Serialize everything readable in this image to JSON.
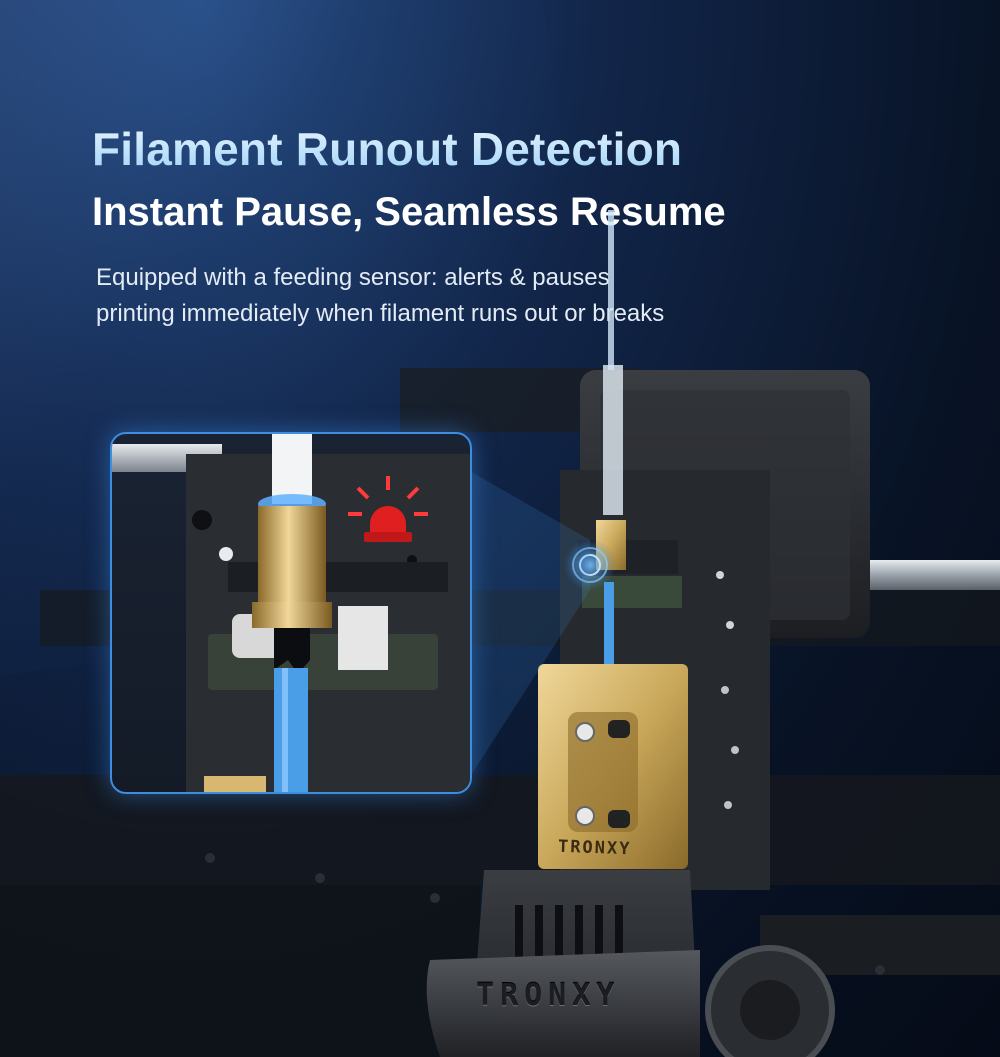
{
  "headline": "Filament Runout Detection",
  "subheadline": "Instant Pause, Seamless Resume",
  "description_lines": [
    "Equipped with a feeding sensor: alerts & pauses",
    "printing immediately when filament runs out or breaks"
  ],
  "brand": {
    "extruder_logo": "TRONXY",
    "hotend_logo": "TRONXY"
  },
  "icons": [
    "alarm-light-icon",
    "sensor-signal-icon"
  ],
  "colors": {
    "filament": "#4a9ee8",
    "alarm": "#e02020",
    "brass": "#c9a85a",
    "callout_border": "#3d8de0"
  }
}
